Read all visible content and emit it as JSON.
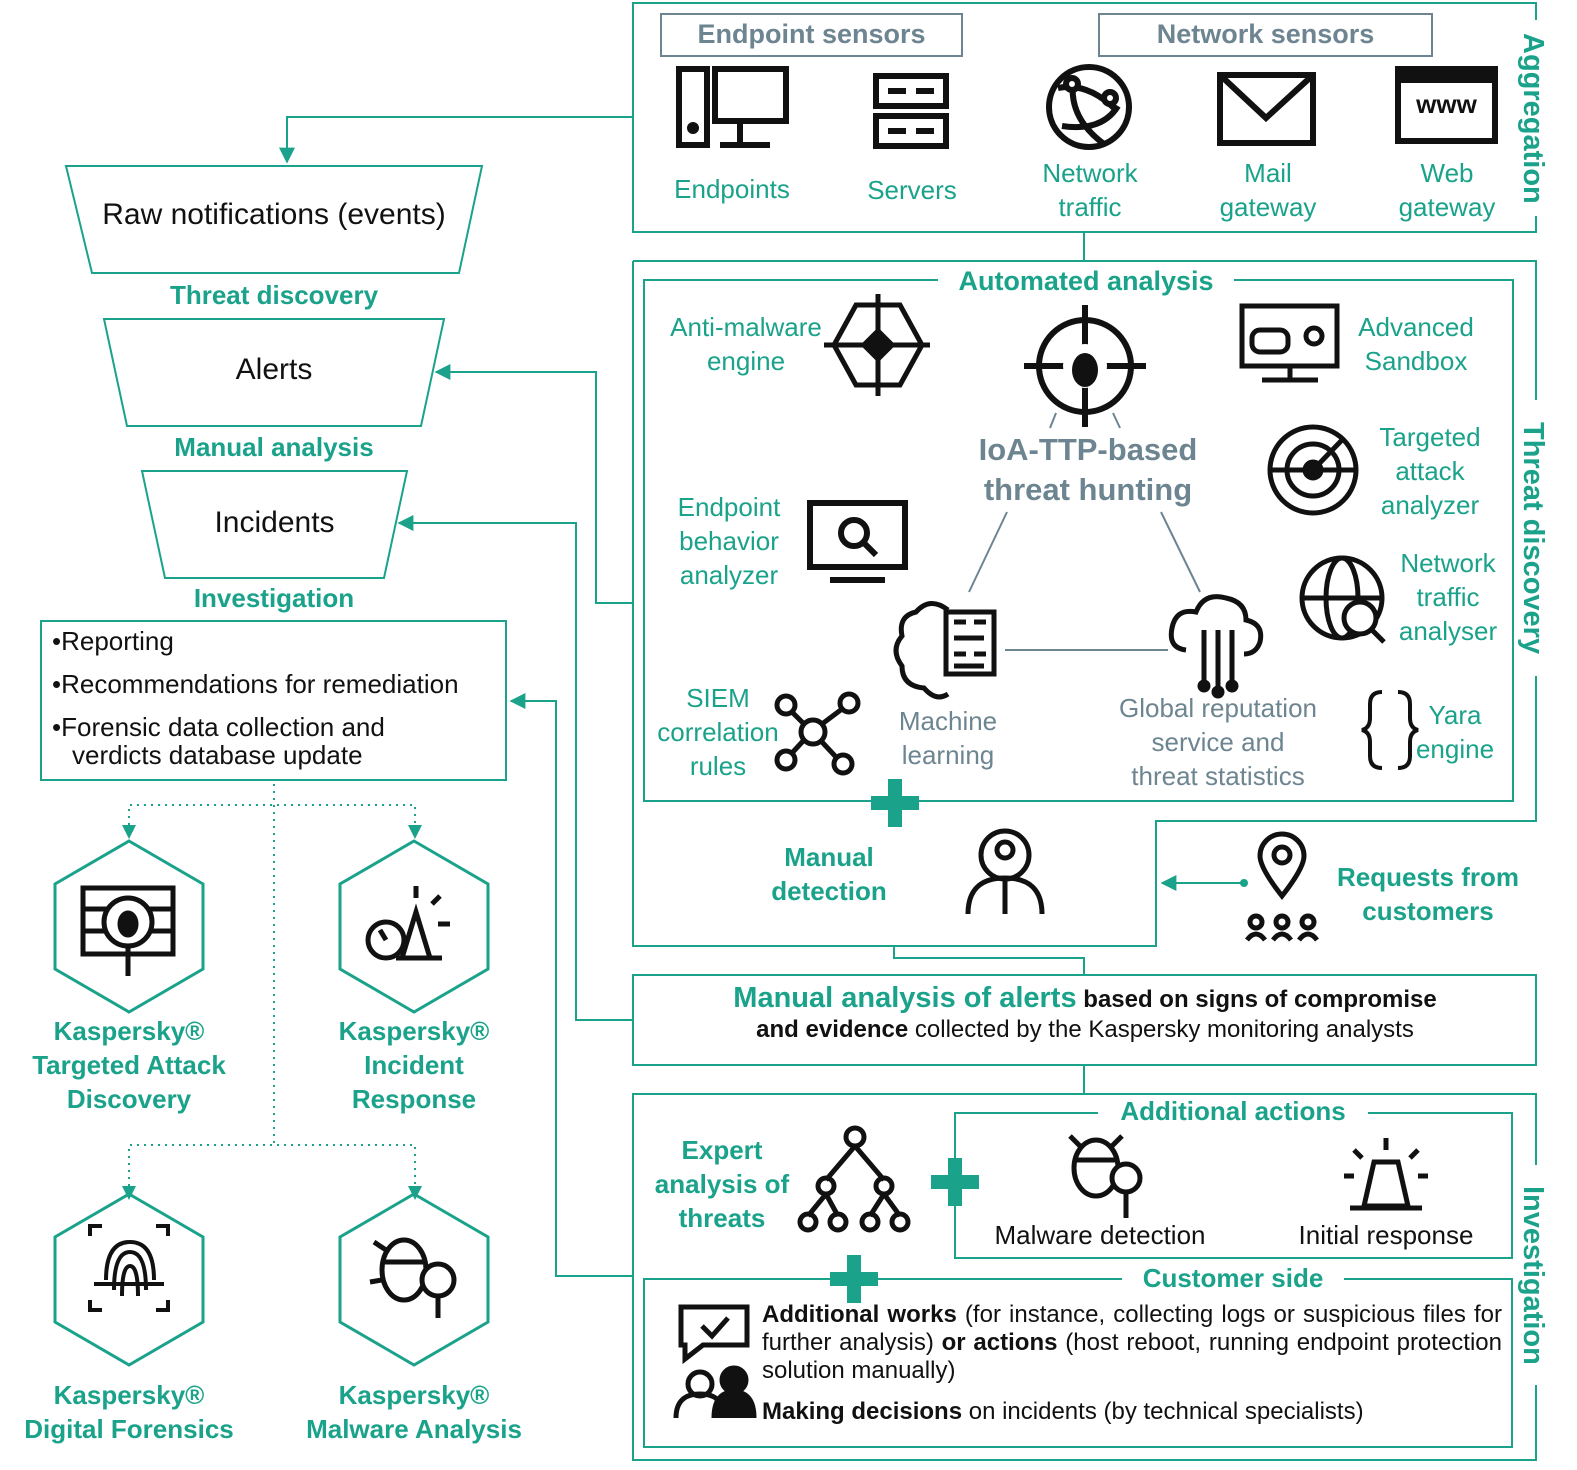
{
  "colors": {
    "accent": "#1aa28a",
    "gray": "#6d8591",
    "ink": "#111111"
  },
  "funnel": {
    "raw": "Raw notifications (events)",
    "stage1": "Threat discovery",
    "alerts": "Alerts",
    "stage2": "Manual analysis",
    "incidents": "Incidents",
    "stage3": "Investigation",
    "outputs": [
      "Reporting",
      "Recommendations for remediation",
      "Forensic data collection and",
      "verdicts database update"
    ]
  },
  "products": [
    {
      "icon": "firewall-bug-icon",
      "l1": "Kaspersky®",
      "l2": "Targeted Attack",
      "l3": "Discovery"
    },
    {
      "icon": "stopwatch-alarm-icon",
      "l1": "Kaspersky®",
      "l2": "Incident",
      "l3": "Response"
    },
    {
      "icon": "fingerprint-icon",
      "l1": "Kaspersky®",
      "l2": "Digital Forensics"
    },
    {
      "icon": "bug-magnifier-icon",
      "l1": "Kaspersky®",
      "l2": "Malware Analysis"
    }
  ],
  "aggregation": {
    "side_label": "Aggregation",
    "endpoint_sensors": "Endpoint sensors",
    "network_sensors": "Network sensors",
    "items": [
      {
        "icon": "desktop-computer-icon",
        "l1": "Endpoints"
      },
      {
        "icon": "server-rack-icon",
        "l1": "Servers"
      },
      {
        "icon": "globe-network-icon",
        "l1": "Network",
        "l2": "traffic"
      },
      {
        "icon": "envelope-icon",
        "l1": "Mail",
        "l2": "gateway"
      },
      {
        "icon": "browser-www-icon",
        "l1": "Web",
        "l2": "gateway",
        "icon_text": "www"
      }
    ]
  },
  "threat_discovery": {
    "side_label": "Threat discovery",
    "automated_title": "Automated analysis",
    "anti_malware": [
      "Anti-malware",
      "engine"
    ],
    "sandbox": [
      "Advanced",
      "Sandbox"
    ],
    "hunting": [
      "IoA-TTP-based",
      "threat hunting"
    ],
    "targeted": [
      "Targeted",
      "attack",
      "analyzer"
    ],
    "edr": [
      "Endpoint",
      "behavior",
      "analyzer"
    ],
    "nta": [
      "Network",
      "traffic",
      "analyser"
    ],
    "siem": [
      "SIEM",
      "correlation",
      "rules"
    ],
    "ml": [
      "Machine",
      "learning"
    ],
    "reputation": [
      "Global reputation",
      "service and",
      "threat statistics"
    ],
    "yara": [
      "Yara",
      "engine"
    ],
    "manual": [
      "Manual",
      "detection"
    ],
    "requests": [
      "Requests from",
      "customers"
    ]
  },
  "manual_alerts": {
    "lead": "Manual analysis of alerts",
    "b1": " based on signs of compromise",
    "b2": "and evidence",
    "rest": " collected by the Kaspersky monitoring analysts"
  },
  "investigation": {
    "side_label": "Investigation",
    "expert": [
      "Expert",
      "analysis of",
      "threats"
    ],
    "additional_title": "Additional actions",
    "malware": "Malware detection",
    "initial": "Initial response",
    "customer_title": "Customer side",
    "c1_bold": "Additional works",
    "c1_a": " (for instance, collecting logs or suspicious files for further analysis) ",
    "c1_bold2": "or actions",
    "c1_b": " (host reboot, running endpoint protection solution manually)",
    "c2_bold": "Making decisions",
    "c2_rest": " on incidents (by technical specialists)"
  }
}
